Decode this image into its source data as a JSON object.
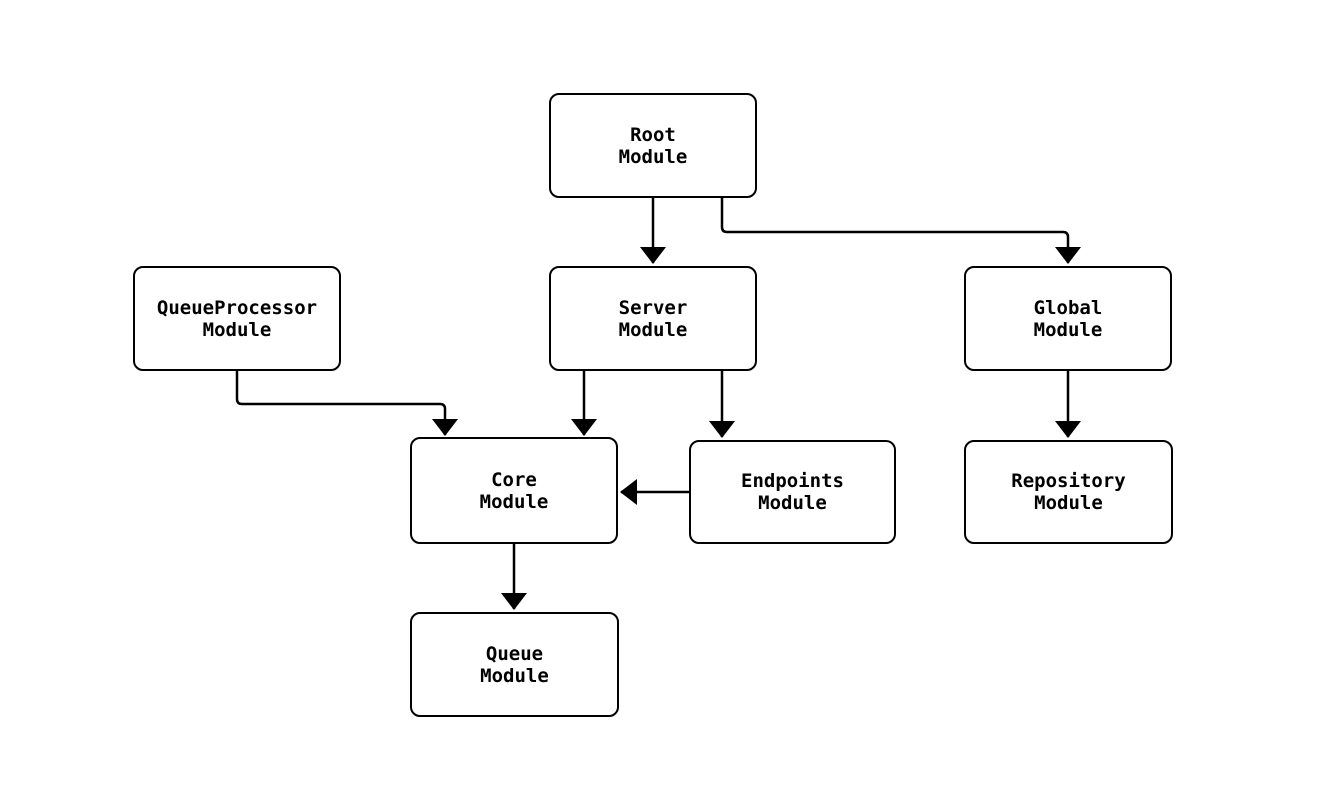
{
  "diagram": {
    "kind": "module-dependency-graph",
    "colors": {
      "background": "#ffffff",
      "node_fill": "#ffffff",
      "node_border": "#000000",
      "edge": "#000000",
      "text": "#000000"
    },
    "nodes": [
      {
        "id": "root",
        "label": "Root\nModule"
      },
      {
        "id": "queueprocessor",
        "label": "QueueProcessor\nModule"
      },
      {
        "id": "server",
        "label": "Server\nModule"
      },
      {
        "id": "global",
        "label": "Global\nModule"
      },
      {
        "id": "core",
        "label": "Core\nModule"
      },
      {
        "id": "endpoints",
        "label": "Endpoints\nModule"
      },
      {
        "id": "repository",
        "label": "Repository\nModule"
      },
      {
        "id": "queue",
        "label": "Queue\nModule"
      }
    ],
    "edges": [
      {
        "from": "Root Module",
        "to": "Server Module"
      },
      {
        "from": "Root Module",
        "to": "Global Module"
      },
      {
        "from": "QueueProcessor Module",
        "to": "Core Module"
      },
      {
        "from": "Server Module",
        "to": "Core Module"
      },
      {
        "from": "Server Module",
        "to": "Endpoints Module"
      },
      {
        "from": "Endpoints Module",
        "to": "Core Module"
      },
      {
        "from": "Global Module",
        "to": "Repository Module"
      },
      {
        "from": "Core Module",
        "to": "Queue Module"
      }
    ]
  }
}
